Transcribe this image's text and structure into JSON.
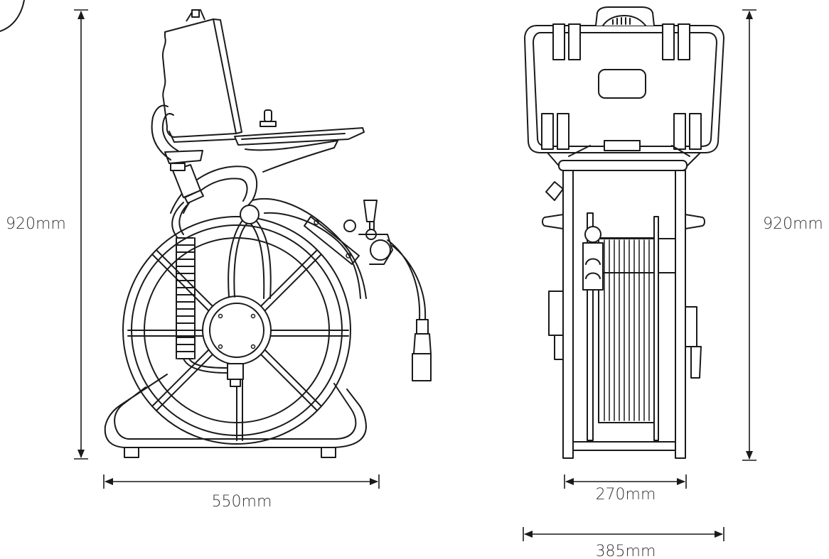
{
  "dimensions": {
    "side_height": "920mm",
    "side_width": "550mm",
    "front_height": "920mm",
    "frame_width": "270mm",
    "overall_width": "385mm"
  },
  "colors": {
    "line": "#1a1a1a",
    "label": "#333333",
    "background": "#ffffff"
  }
}
